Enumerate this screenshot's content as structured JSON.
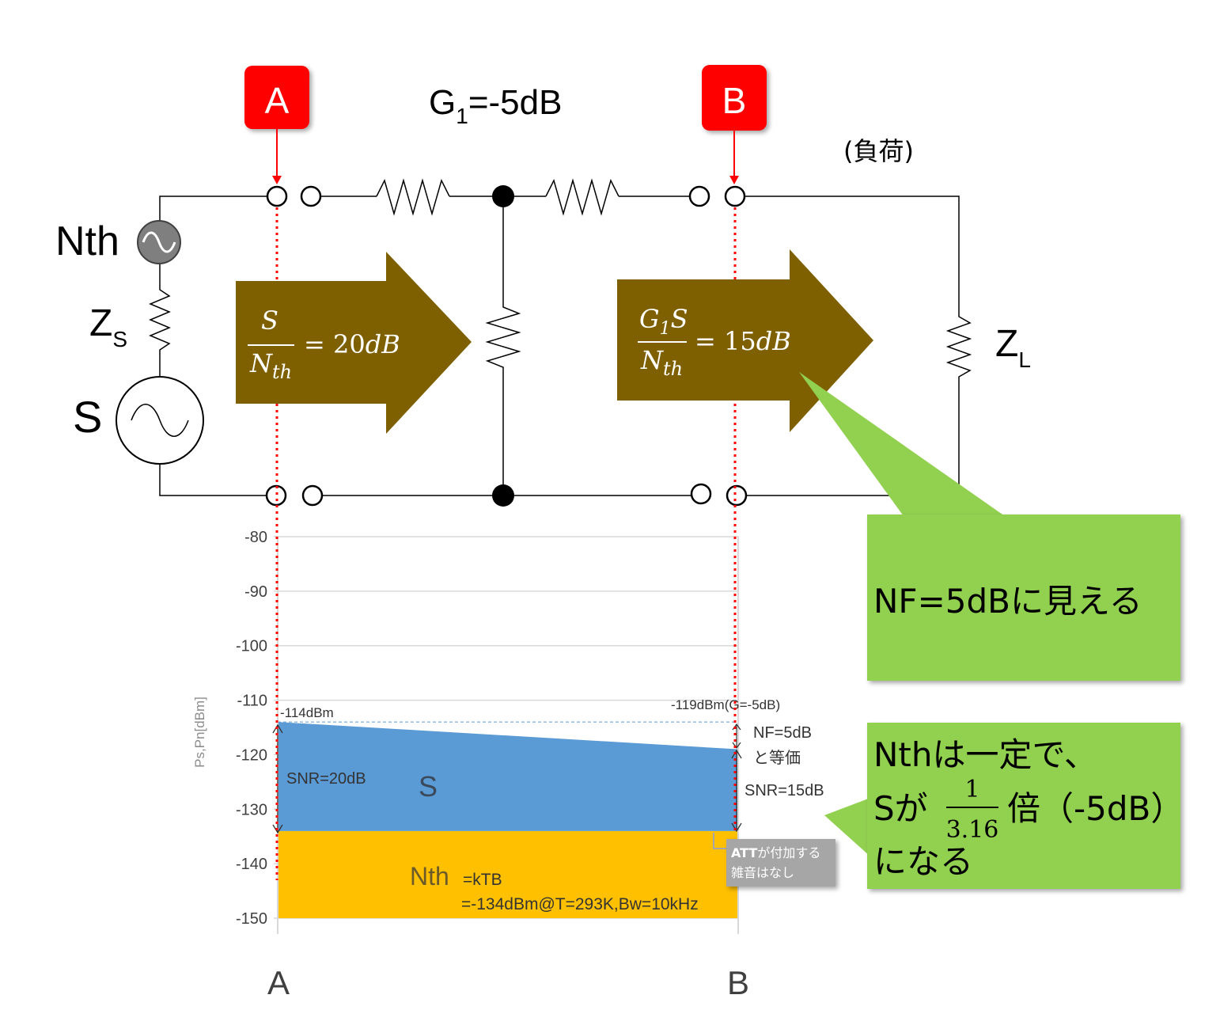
{
  "circuit": {
    "marker_a": "A",
    "marker_b": "B",
    "gain_main": "G",
    "gain_sub": "1",
    "gain_value": "=-5dB",
    "load_label": "(負荷)",
    "nth_label": "Nth",
    "zs_main": "Z",
    "zs_sub": "S",
    "s_label": "S",
    "zl_main": "Z",
    "zl_sub": "L"
  },
  "arrows": {
    "left": {
      "numerator": "S",
      "denominator_main": "N",
      "denominator_sub": "th",
      "rhs": "= 20",
      "rhs_unit": "dB"
    },
    "right": {
      "numerator_main": "G",
      "numerator_sub": "1",
      "numerator_tail": "S",
      "denominator_main": "N",
      "denominator_sub": "th",
      "rhs": "= 15",
      "rhs_unit": "dB"
    }
  },
  "callouts": {
    "nf": "NF=5dBに見える",
    "nth_line1": "Nthは一定で、",
    "nth_s": "Sが",
    "frac_num": "1",
    "frac_den": "3.16",
    "nth_bai": "倍（-5dB）",
    "nth_line3": "になる"
  },
  "chart_data": {
    "type": "area",
    "ylabel": "Ps,Pn[dBm]",
    "ylim": [
      -150,
      -80
    ],
    "yticks": [
      -80,
      -90,
      -100,
      -110,
      -120,
      -130,
      -140,
      -150
    ],
    "categories": [
      "A",
      "B"
    ],
    "series": [
      {
        "name": "S",
        "values": [
          -114,
          -119
        ]
      },
      {
        "name": "Nth",
        "values": [
          -134,
          -134
        ]
      }
    ],
    "annotations": {
      "a_level": "-114dBm",
      "b_level": "-119dBm(G=-5dB)",
      "snr_a": "SNR=20dB",
      "snr_b": "SNR=15dB",
      "nf_eq1": "NF=5dB",
      "nf_eq2": "と等価",
      "nth_ktb": "=kTB",
      "nth_value": "=-134dBm@T=293K,Bw=10kHz",
      "att_bold": "ATT",
      "att_rest": "が付加する",
      "att_line2": "雑音はなし"
    },
    "colors": {
      "S": "#5b9bd5",
      "Nth": "#ffc000",
      "s_text": "#3a4a5c",
      "nth_text": "#6b5a2a"
    }
  },
  "colors": {
    "marker": "#ff0000",
    "arrow": "#7f6000",
    "callout": "#92d050",
    "probe_line": "#ff0000"
  }
}
